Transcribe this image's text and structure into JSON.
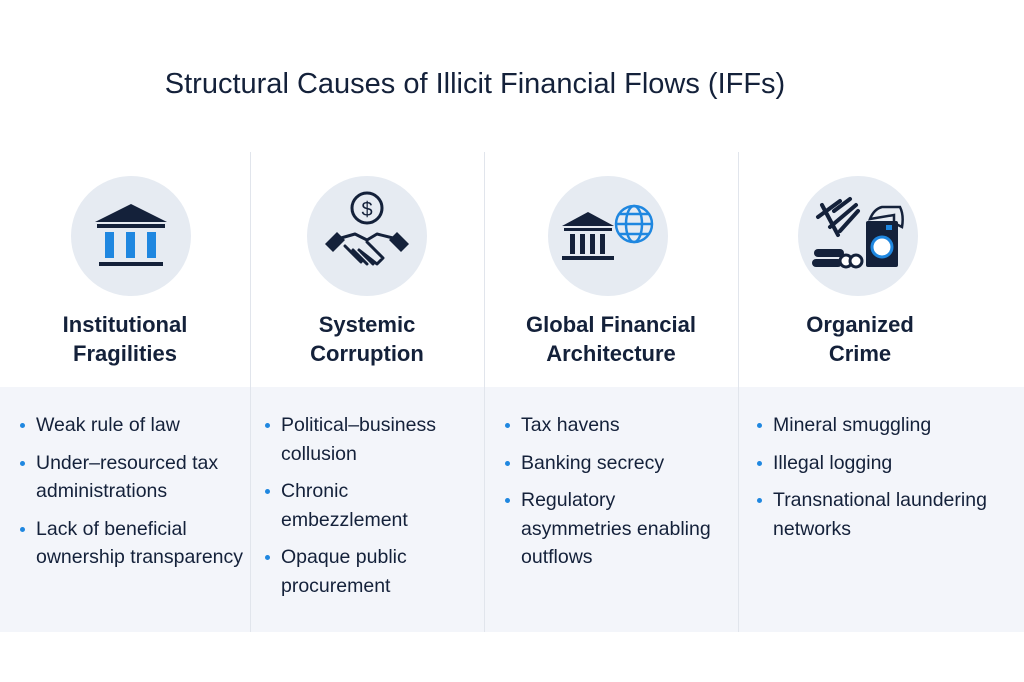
{
  "title": "Structural Causes of Illicit Financial Flows (IFFs)",
  "colors": {
    "accent": "#1f87e0",
    "navy": "#14213a",
    "band": "#f3f5fa"
  },
  "columns": [
    {
      "icon": "bank-icon",
      "heading_l1": "Institutional",
      "heading_l2": "Fragilities",
      "items": [
        "Weak rule of law",
        "Under–resourced tax administrations",
        "Lack of beneficial ownership transparency"
      ]
    },
    {
      "icon": "handshake-dollar-icon",
      "heading_l1": "Systemic",
      "heading_l2": "Corruption",
      "items": [
        "Political–business collusion",
        "Chronic embezzlement",
        "Opaque public procurement"
      ]
    },
    {
      "icon": "bank-globe-icon",
      "heading_l1": "Global Financial",
      "heading_l2": "Architecture",
      "items": [
        "Tax havens",
        "Banking secrecy",
        "Regulatory asymmetries enabling outflows"
      ]
    },
    {
      "icon": "logs-washing-machine-icon",
      "heading_l1": "Organized",
      "heading_l2": "Crime",
      "items": [
        "Mineral smuggling",
        "Illegal logging",
        "Transnational laundering networks"
      ]
    }
  ]
}
